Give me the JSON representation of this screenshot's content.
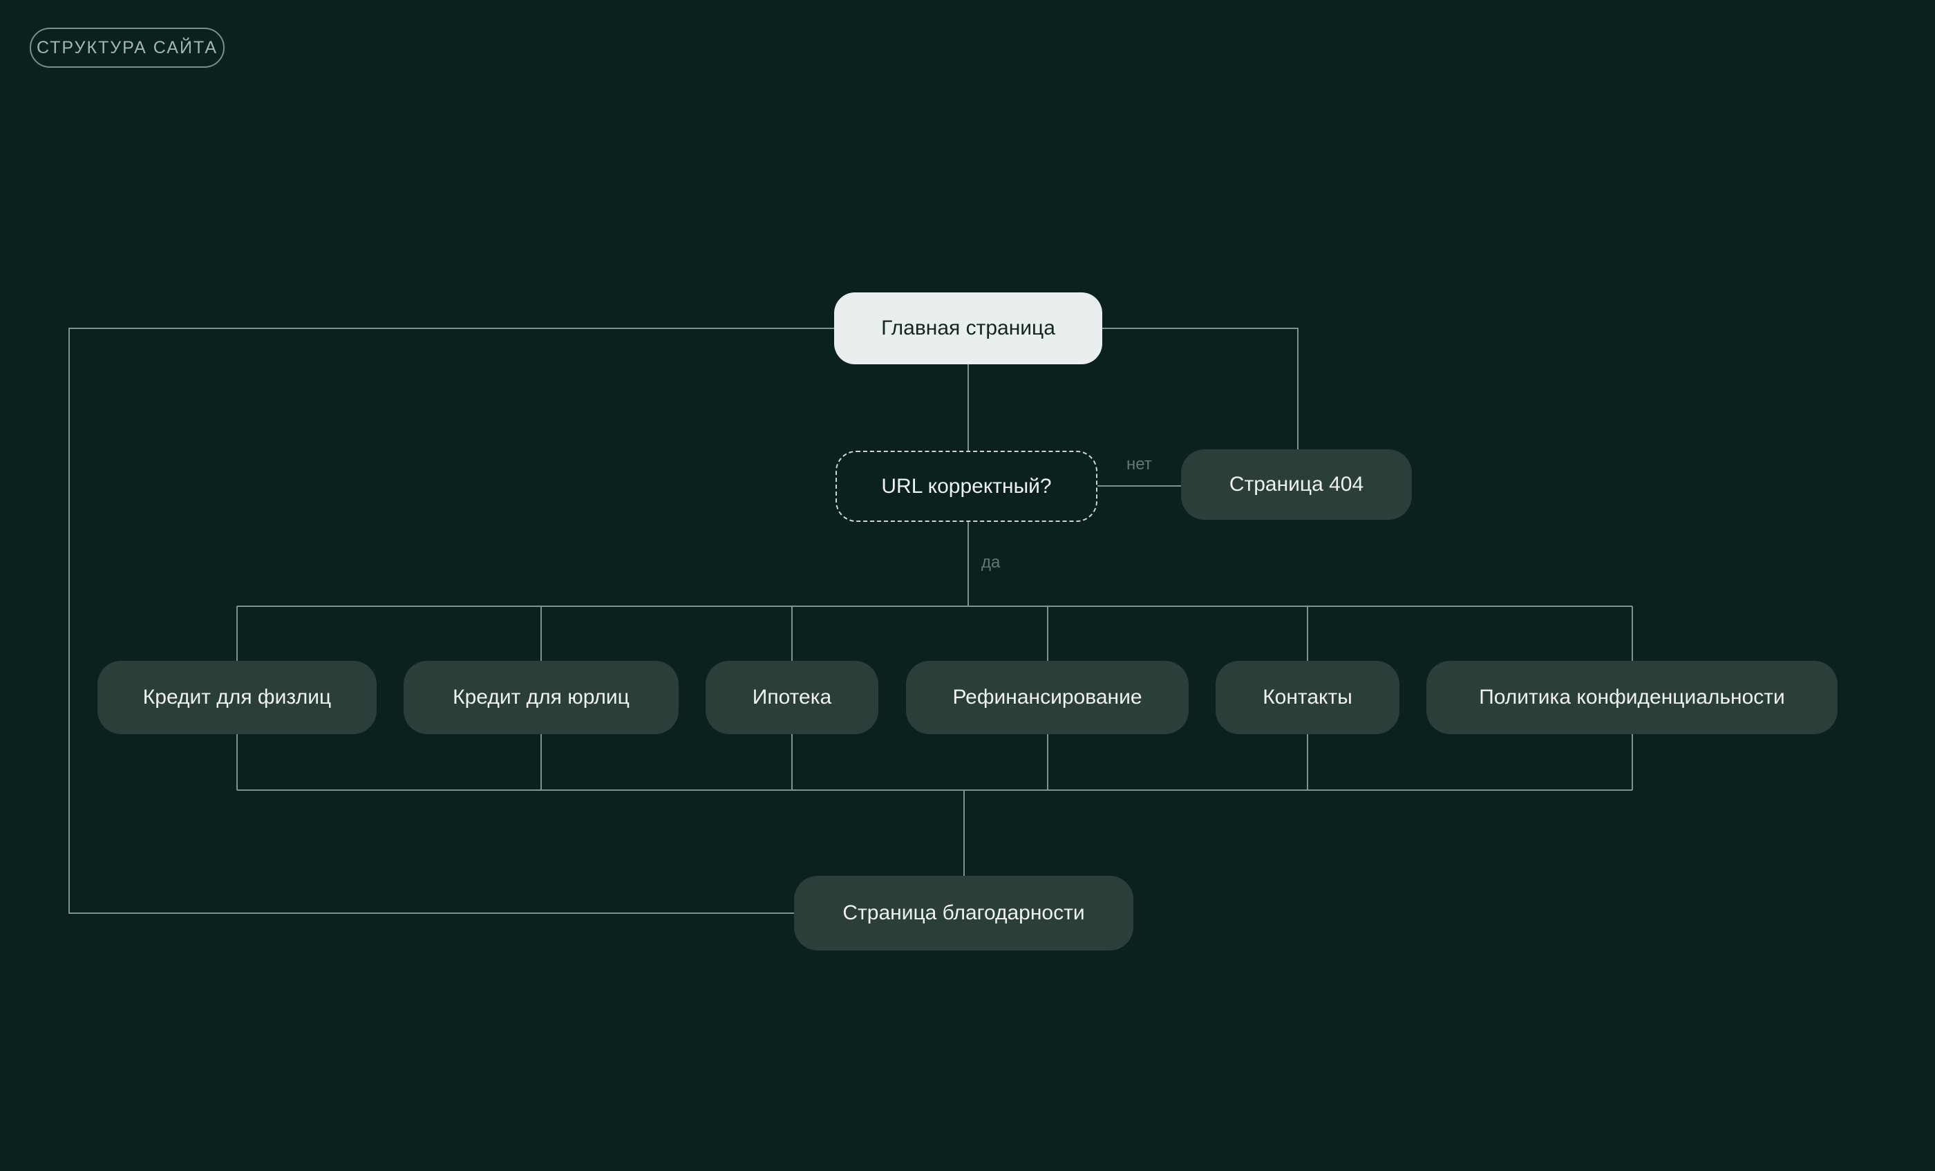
{
  "badge": {
    "label": "СТРУКТУРА САЙТА"
  },
  "diagram": {
    "root": {
      "label": "Главная страница"
    },
    "decision": {
      "label": "URL корректный?",
      "yes_label": "да",
      "no_label": "нет"
    },
    "page_404": {
      "label": "Страница 404"
    },
    "sections": [
      {
        "label": "Кредит для физлиц"
      },
      {
        "label": "Кредит для юрлиц"
      },
      {
        "label": "Ипотека"
      },
      {
        "label": "Рефинансирование"
      },
      {
        "label": "Контакты"
      },
      {
        "label": "Политика конфиденциальности"
      }
    ],
    "thank_you": {
      "label": "Страница благодарности"
    }
  },
  "colors": {
    "background": "#0a211f",
    "node-fill": "#2c3e3a",
    "node-text": "#eef3f2",
    "root-fill": "#e9efef",
    "root-text": "#132522",
    "line": "#7b948f",
    "dash-border": "#ccd7d5",
    "edge-label": "#5f7975",
    "badge-border": "#78918c",
    "badge-text": "#a3b7b2"
  }
}
